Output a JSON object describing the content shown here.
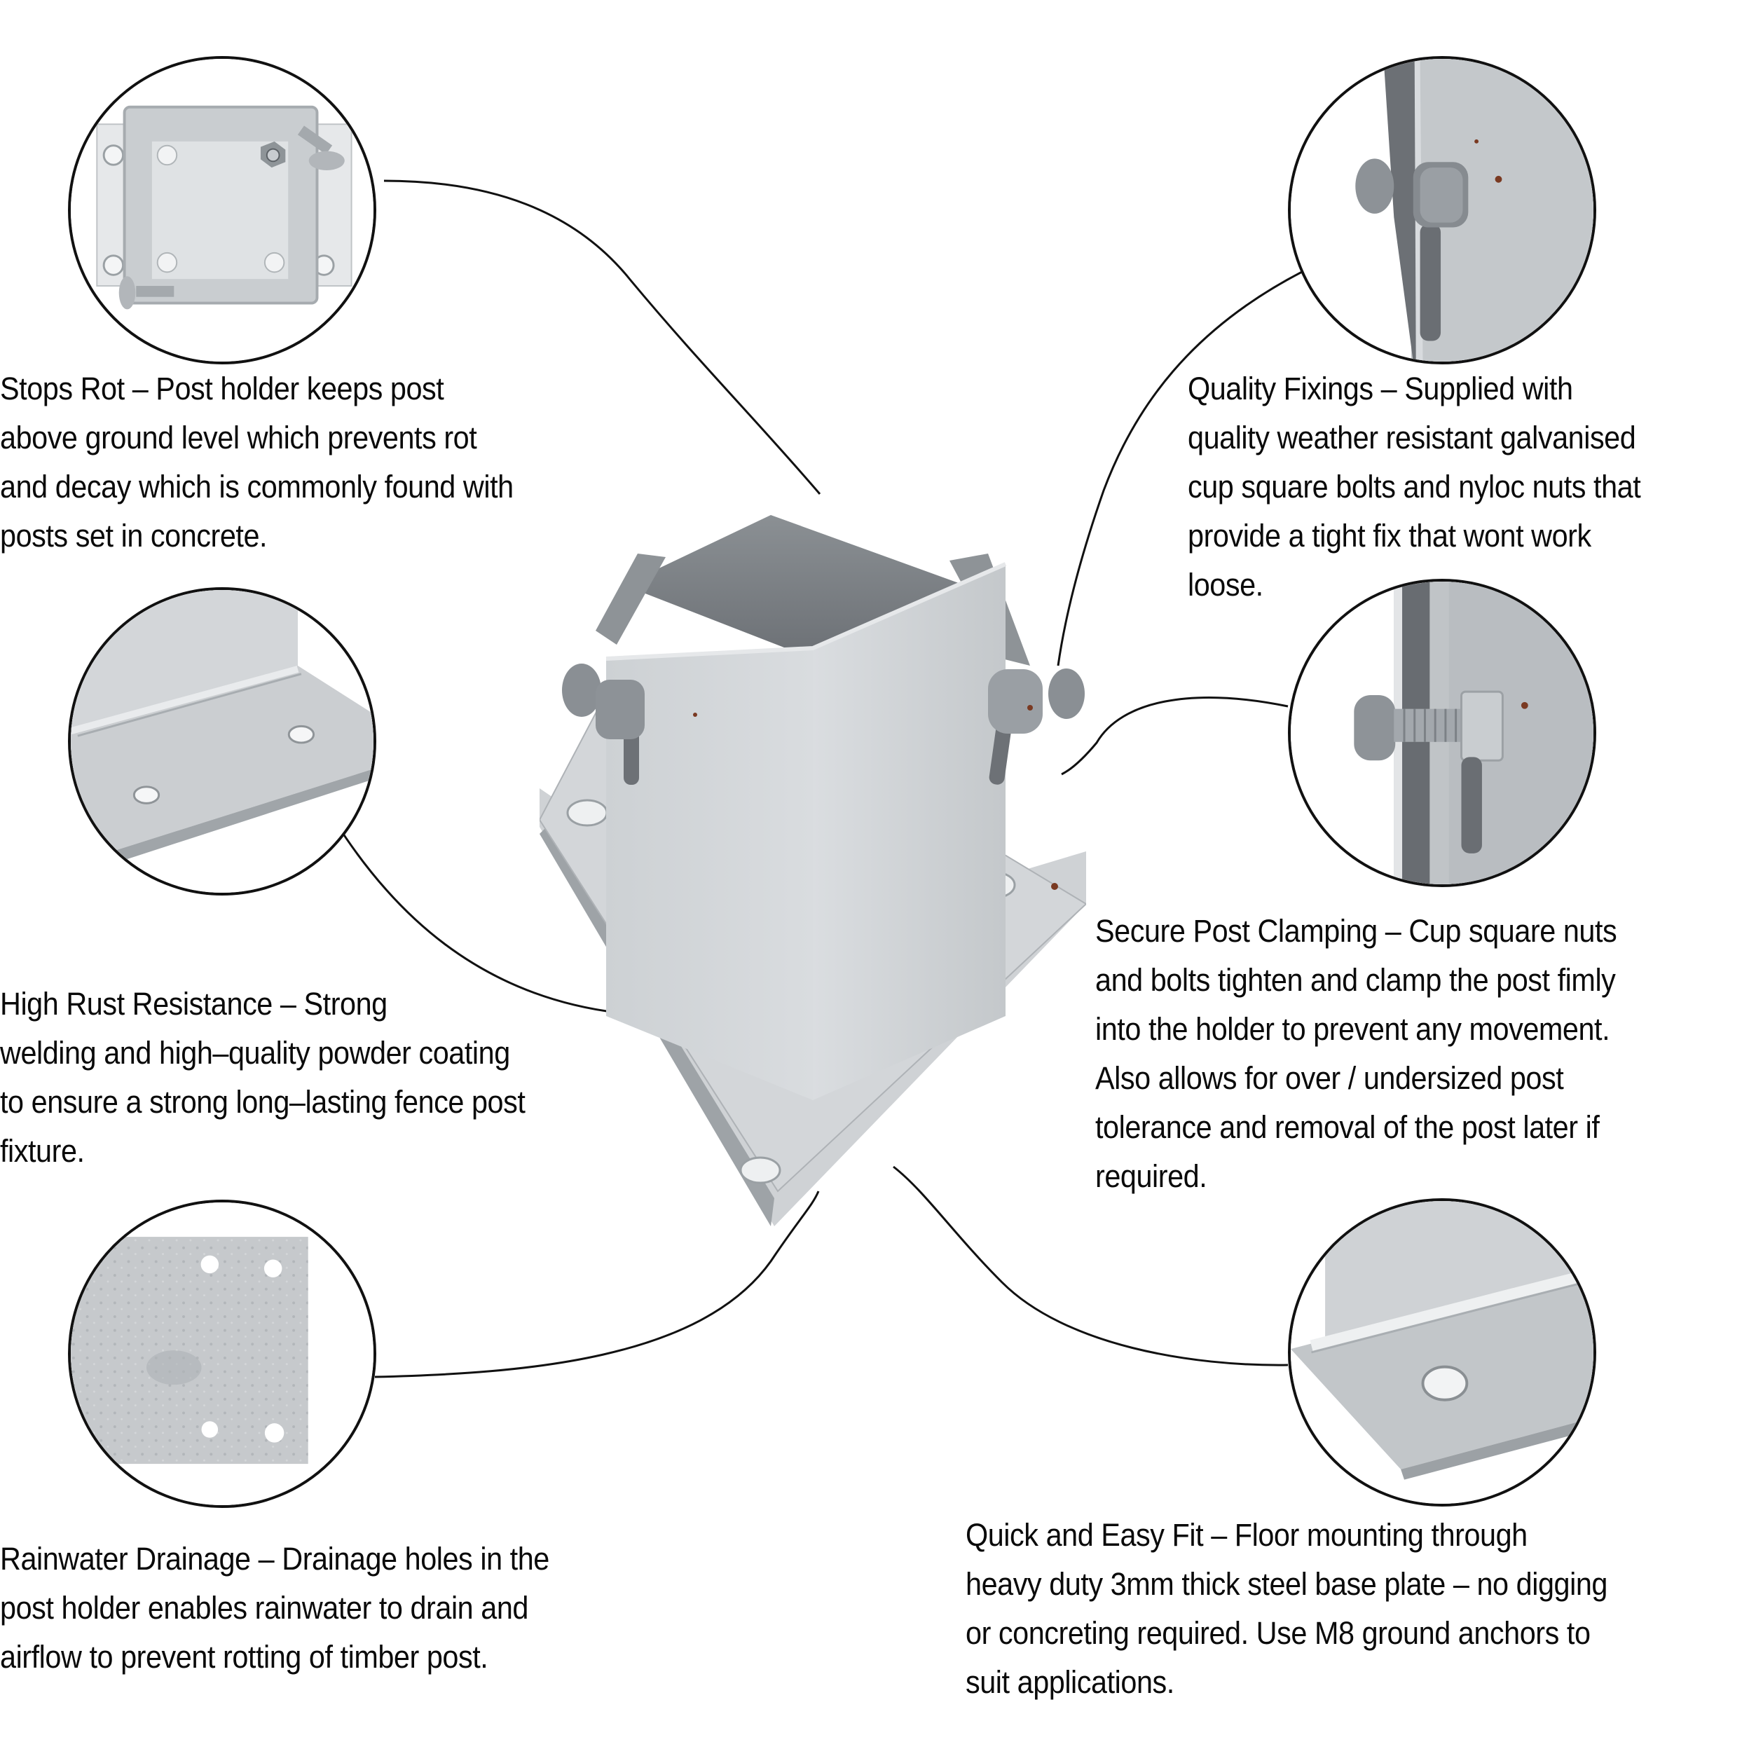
{
  "features": [
    {
      "id": "stops-rot",
      "title": "Stops Rot",
      "lines": [
        "Stops Rot – Post holder keeps post",
        "above ground level which prevents rot",
        "and decay which is commonly found with",
        "posts set in concrete."
      ],
      "detail_image": "top-down-view-of-post-holder"
    },
    {
      "id": "quality-fixings",
      "title": "Quality Fixings",
      "lines": [
        "Quality Fixings – Supplied with",
        "quality weather resistant galvanised",
        "cup square bolts and nyloc nuts that",
        "provide a tight fix that wont work",
        "loose."
      ],
      "detail_image": "close-up-of-cup-square-bolt"
    },
    {
      "id": "high-rust-resistance",
      "title": "High Rust Resistance",
      "lines": [
        "High Rust Resistance – Strong",
        "welding and high–quality powder coating",
        "to ensure a strong long–lasting fence post",
        "fixture."
      ],
      "detail_image": "close-up-of-weld-seam"
    },
    {
      "id": "secure-post-clamping",
      "title": "Secure Post Clamping",
      "lines": [
        "Secure Post Clamping – Cup square nuts",
        "and bolts tighten and clamp the post fimly",
        "into the holder to prevent any movement.",
        "Also allows for over / undersized post",
        "tolerance and removal of the post later if",
        "required."
      ],
      "detail_image": "close-up-of-bolt-and-nut-clamp"
    },
    {
      "id": "rainwater-drainage",
      "title": "Rainwater Drainage",
      "lines": [
        "Rainwater Drainage – Drainage holes in the",
        "post holder enables rainwater to drain and",
        "airflow to prevent rotting of timber post."
      ],
      "detail_image": "close-up-of-drainage-holes"
    },
    {
      "id": "quick-easy-fit",
      "title": "Quick and Easy Fit",
      "lines": [
        "Quick and Easy Fit – Floor mounting through",
        "heavy duty 3mm thick steel base plate – no digging",
        "or concreting required. Use M8 ground anchors to",
        "suit applications."
      ],
      "detail_image": "close-up-of-base-plate-hole"
    }
  ],
  "product": {
    "name": "galvanised-bolt-down-fence-post-holder",
    "colors": {
      "metal_light": "#d6d9dc",
      "metal_mid": "#b7bbbf",
      "metal_dark": "#6f7478",
      "bolt": "#7d8287",
      "rust": "#7a3a22"
    }
  },
  "style": {
    "line_color": "#111111",
    "text_color": "#0a0a0a",
    "background": "#ffffff"
  }
}
